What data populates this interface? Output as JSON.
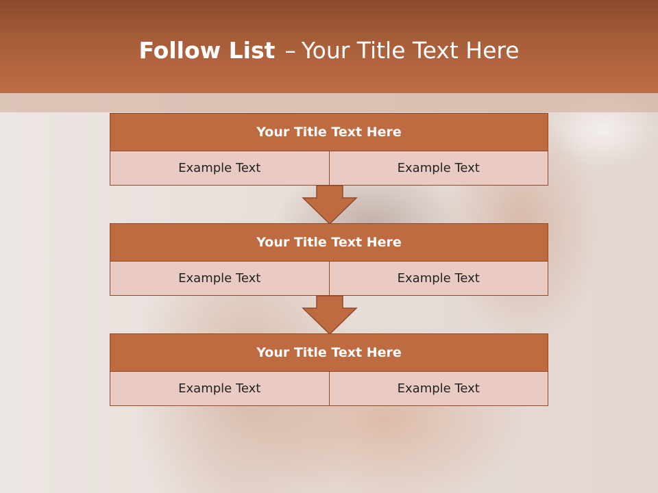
{
  "slide": {
    "title_bold": "Follow List",
    "title_dash": "–",
    "title_rest": "Your Title Text Here"
  },
  "steps": [
    {
      "title": "Your Title Text Here",
      "left": "Example Text",
      "right": "Example Text"
    },
    {
      "title": "Your Title Text Here",
      "left": "Example Text",
      "right": "Example Text"
    },
    {
      "title": "Your Title Text Here",
      "left": "Example Text",
      "right": "Example Text"
    }
  ],
  "colors": {
    "header": "#bd6c44",
    "box_title": "#bf6b41",
    "box_cell": "#e9cbc3",
    "border": "#8d4a2b",
    "arrow": "#bf6b41"
  }
}
